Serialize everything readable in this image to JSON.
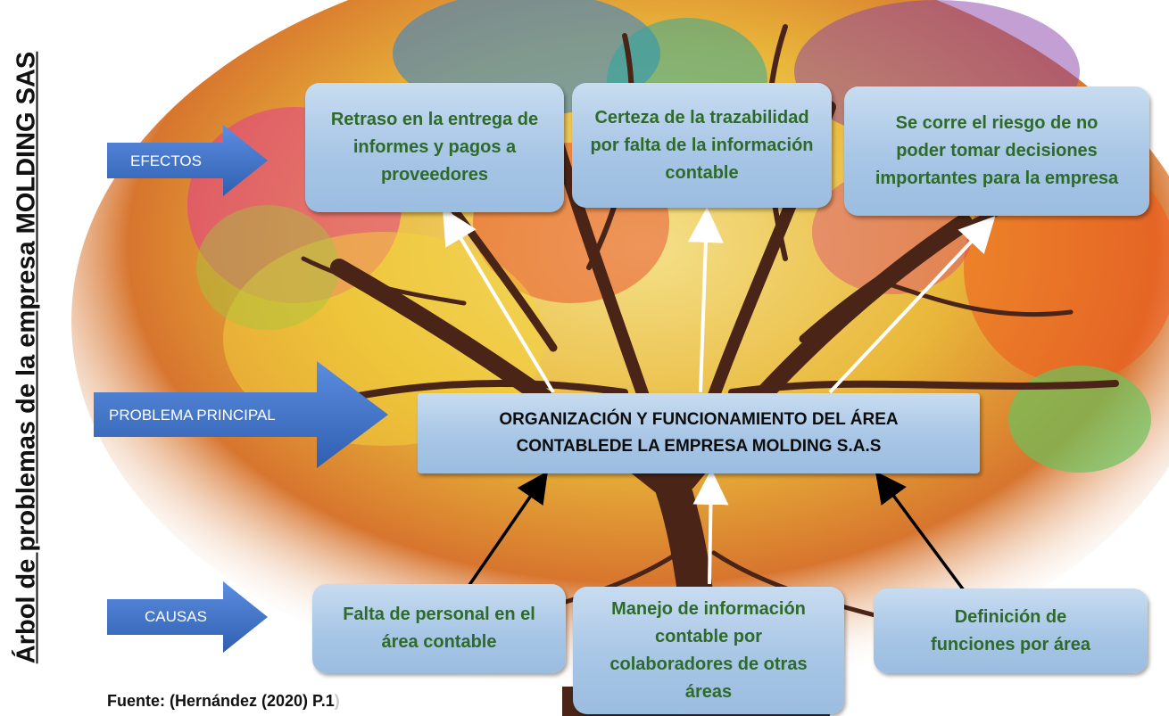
{
  "vertical_title": "Árbol de problemas de la empresa MOLDING SAS",
  "labels": {
    "efectos": "EFECTOS",
    "problema": "PROBLEMA PRINCIPAL",
    "causas": "CAUSAS"
  },
  "effects": [
    "Retraso en la entrega de informes y pagos a proveedores",
    "Certeza de la trazabilidad por falta de la información contable",
    "Se corre el riesgo de no poder tomar decisiones importantes para la empresa"
  ],
  "main_problem": "ORGANIZACIÓN Y FUNCIONAMIENTO DEL ÁREA CONTABLEDE LA EMPRESA MOLDING S.A.S",
  "causes": [
    "Falta de personal en el área contable",
    "Manejo de información contable por colaboradores de otras áreas",
    "Definición de funciones por área"
  ],
  "source": "Fuente: (Hernández (2020) P.1",
  "source_paren": ")",
  "colors": {
    "box_fill": "#a8c6e6",
    "box_text": "#2e6a2a",
    "arrow_blue": "#3f6fc4",
    "trunk": "#5a2e1c"
  }
}
